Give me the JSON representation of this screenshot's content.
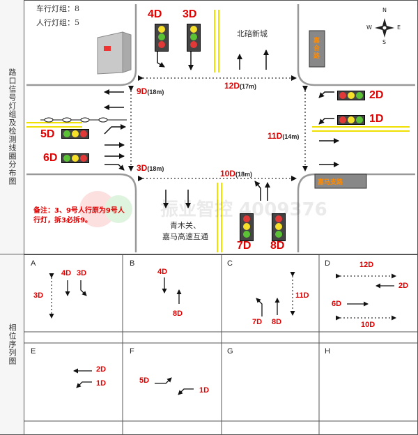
{
  "side": {
    "top_label": "路口信号灯组及检测线圈分布图",
    "bottom_label": "相位序列图"
  },
  "counts": {
    "vehicle": "车行灯组：8",
    "pedestrian": "人行灯组：5"
  },
  "streets": {
    "north": "北碚新城",
    "east_top": "嘉合路",
    "east_bottom": "嘉马支路",
    "south": "青木关、\n嘉马高速互通"
  },
  "note": "备注：3、9号人行原为9号人行灯，拆3必拆9。",
  "compass": {
    "n": "N",
    "s": "S",
    "e": "E",
    "w": "W"
  },
  "signals": {
    "d4": "4D",
    "d3": "3D",
    "d2": "2D",
    "d1": "1D",
    "d5": "5D",
    "d6": "6D",
    "d7": "7D",
    "d8": "8D"
  },
  "crosswalks": {
    "d9": "9D",
    "d9_len": "(18m)",
    "d12": "12D",
    "d12_len": "(17m)",
    "d11": "11D",
    "d11_len": "(14m)",
    "d3": "3D",
    "d3_len": "(18m)",
    "d10": "10D",
    "d10_len": "(18m)"
  },
  "watermark": "振业智控  4009376",
  "phases": [
    {
      "id": "A",
      "labels": {
        "a": "4D",
        "b": "3D",
        "c": "3D"
      }
    },
    {
      "id": "B",
      "labels": {
        "a": "4D",
        "b": "8D"
      }
    },
    {
      "id": "C",
      "labels": {
        "a": "11D",
        "b": "7D",
        "c": "8D"
      }
    },
    {
      "id": "D",
      "labels": {
        "a": "12D",
        "b": "2D",
        "c": "6D",
        "d": "10D"
      }
    },
    {
      "id": "E",
      "labels": {
        "a": "2D",
        "b": "1D"
      }
    },
    {
      "id": "F",
      "labels": {
        "a": "5D",
        "b": "1D"
      }
    },
    {
      "id": "G",
      "labels": {}
    },
    {
      "id": "H",
      "labels": {}
    }
  ]
}
